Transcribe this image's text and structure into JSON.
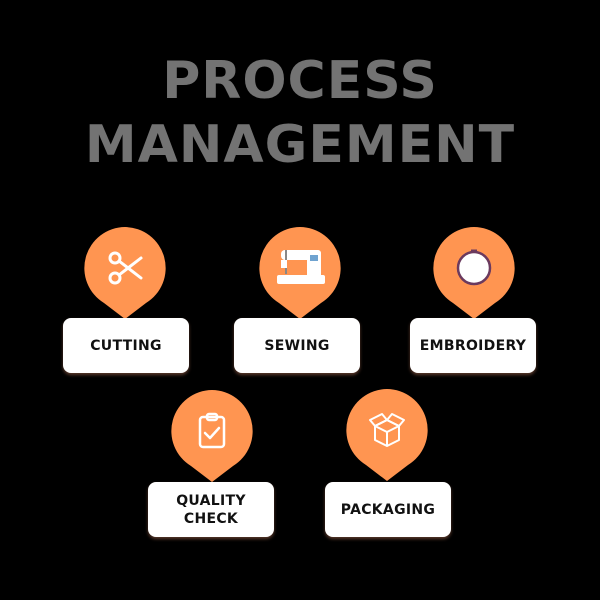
{
  "title": {
    "line1": "PROCESS",
    "line2": "MANAGEMENT",
    "color": "#737373"
  },
  "colors": {
    "background": "#000000",
    "pin": "#FF9551",
    "card": "#FFFFFF",
    "label": "#111111",
    "hoop_ring": "#6B3A5E"
  },
  "steps": [
    {
      "label": "CUTTING",
      "icon": "scissors-icon"
    },
    {
      "label": "SEWING",
      "icon": "sewing-machine-icon"
    },
    {
      "label": "EMBROIDERY",
      "icon": "embroidery-hoop-icon"
    },
    {
      "label_line1": "QUALITY",
      "label_line2": "CHECK",
      "icon": "clipboard-check-icon"
    },
    {
      "label": "PACKAGING",
      "icon": "open-box-icon"
    }
  ]
}
